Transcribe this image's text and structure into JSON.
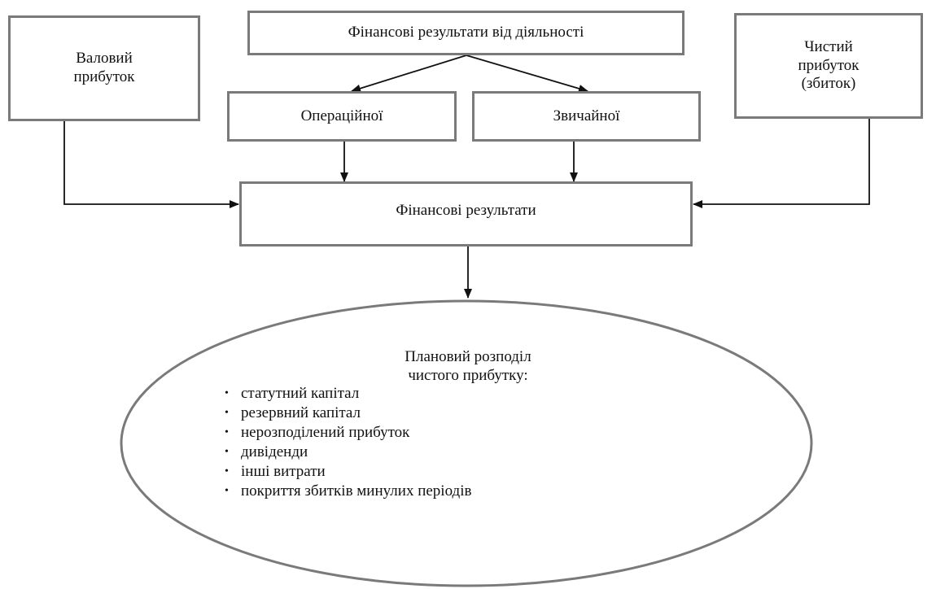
{
  "diagram": {
    "nodes": {
      "gross_profit": "Валовий\nприбуток",
      "activity_results": "Фінансові результати від діяльності",
      "net_profit": "Чистий\nприбуток\n(збиток)",
      "operating": "Операційної",
      "ordinary": "Звичайної",
      "financial_results": "Фінансові результати"
    },
    "distribution": {
      "title": "Плановий розподіл\nчистого прибутку:",
      "items": [
        "статутний капітал",
        "резервний капітал",
        "нерозподілений прибуток",
        "дивіденди",
        "інші витрати",
        "покриття збитків минулих періодів"
      ]
    },
    "colors": {
      "border": "#7a7a7a",
      "line": "#111111"
    }
  }
}
